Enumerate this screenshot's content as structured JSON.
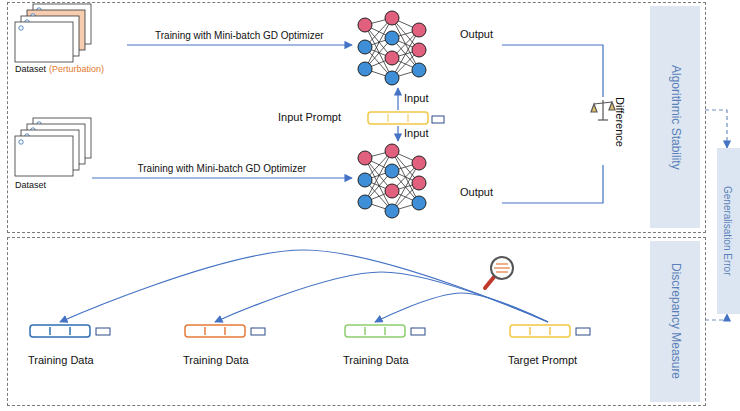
{
  "diagram": {
    "nodes": [
      {
        "text": [
          "Algorithmic Stability"
        ]
      },
      {
        "text": [
          "Dataset",
          "(Perturbation)"
        ],
        "in": 0
      },
      {
        "text": [
          "Output"
        ],
        "in": 0
      },
      {
        "text": [
          "Input Prompt"
        ],
        "in": 0
      },
      {
        "text": [
          "Output"
        ],
        "in": 0
      },
      {
        "text": [
          "Dataset"
        ],
        "in": 0
      },
      {
        "text": [
          "Difference"
        ],
        "in": 0
      },
      {
        "text": [
          "Discrepancy Measure"
        ]
      },
      {
        "text": [
          "Training Data"
        ],
        "in": 7
      },
      {
        "text": [
          "Training Data"
        ],
        "in": 7
      },
      {
        "text": [
          "Training Data"
        ],
        "in": 7
      },
      {
        "text": [
          "Target Prompt"
        ],
        "in": 7
      },
      {
        "text": [
          "Generalisation Error"
        ]
      }
    ],
    "edges": [
      {
        "from": 1,
        "to": 2,
        "label": "Training with Mini-batch GD Optimizer",
        "arrow": "to"
      },
      {
        "from": 5,
        "to": 4,
        "label": "Training with Mini-batch GD Optimizer",
        "arrow": "to"
      },
      {
        "from": 3,
        "to": 2,
        "label": "Input",
        "arrow": "to"
      },
      {
        "from": 3,
        "to": 4,
        "label": "Input",
        "arrow": "to"
      },
      {
        "from": 2,
        "to": 6,
        "arrow": "none"
      },
      {
        "from": 4,
        "to": 6,
        "arrow": "none"
      },
      {
        "from": 11,
        "to": 8,
        "arrow": "to"
      },
      {
        "from": 11,
        "to": 9,
        "arrow": "to"
      },
      {
        "from": 11,
        "to": 10,
        "arrow": "to"
      },
      {
        "from": 0,
        "to": 12,
        "arrow": "to"
      },
      {
        "from": 7,
        "to": 12,
        "arrow": "to"
      }
    ]
  }
}
